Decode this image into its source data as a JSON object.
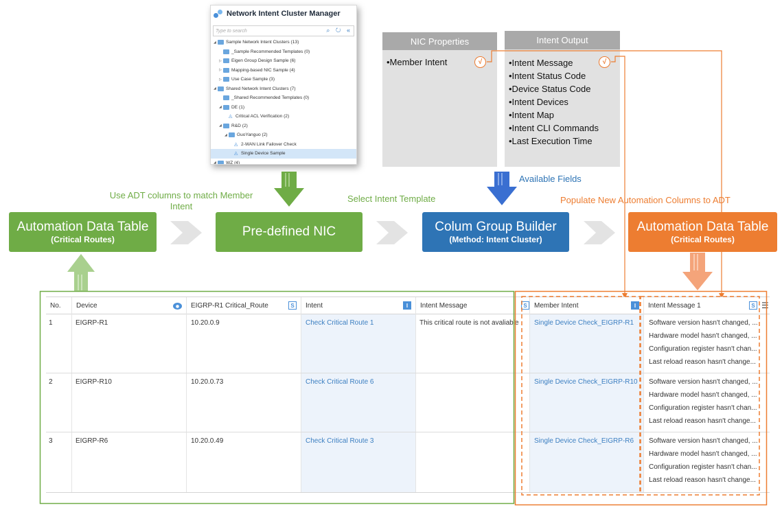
{
  "tree_panel": {
    "title": "Network Intent Cluster Manager",
    "search_placeholder": "Type to search",
    "tools": "⌕ ↻ «",
    "items": [
      {
        "label": "Sample Network Intent Clusters (13)",
        "depth": 0,
        "kind": "folder",
        "toggle": "◢"
      },
      {
        "label": "_Sample Recommended Templates (0)",
        "depth": 1,
        "kind": "folder",
        "toggle": ""
      },
      {
        "label": "Eigen Group Design Sample (6)",
        "depth": 1,
        "kind": "folder",
        "toggle": "▷"
      },
      {
        "label": "Mapping-based NIC Sample (4)",
        "depth": 1,
        "kind": "folder",
        "toggle": "▷"
      },
      {
        "label": "Use Case Sample (3)",
        "depth": 1,
        "kind": "folder",
        "toggle": "▷"
      },
      {
        "label": "Shared Network Intent Clusters (7)",
        "depth": 0,
        "kind": "folder",
        "toggle": "◢"
      },
      {
        "label": "_Shared Recommended Templates (0)",
        "depth": 1,
        "kind": "folder",
        "toggle": ""
      },
      {
        "label": "DE (1)",
        "depth": 1,
        "kind": "folder",
        "toggle": "◢"
      },
      {
        "label": "Critical ACL Verification (2)",
        "depth": 2,
        "kind": "cluster",
        "toggle": ""
      },
      {
        "label": "R&D (2)",
        "depth": 1,
        "kind": "folder",
        "toggle": "◢"
      },
      {
        "label": "GuoYanguo (2)",
        "depth": 2,
        "kind": "folder",
        "toggle": "◢"
      },
      {
        "label": "2-WAN Link Failover Check",
        "depth": 3,
        "kind": "cluster",
        "toggle": ""
      },
      {
        "label": "Single Device Sample",
        "depth": 3,
        "kind": "cluster",
        "toggle": "",
        "selected": true
      },
      {
        "label": "WZ (4)",
        "depth": 0,
        "kind": "folder",
        "toggle": "◢"
      }
    ]
  },
  "nic_properties": {
    "title": "NIC Properties",
    "items": [
      "•Member Intent"
    ]
  },
  "intent_output": {
    "title": "Intent Output",
    "items": [
      "•Intent Message",
      "•Intent Status Code",
      "•Device Status Code",
      "•Intent Devices",
      "•Intent Map",
      "•Intent CLI Commands",
      "•Last Execution Time"
    ]
  },
  "check_icon": "√",
  "flow": {
    "adt_left": {
      "title": "Automation Data Table",
      "subtitle": "(Critical Routes)"
    },
    "nic": {
      "title": "Pre-defined NIC"
    },
    "builder": {
      "title": "Colum Group Builder",
      "subtitle": "(Method: Intent Cluster)"
    },
    "adt_right": {
      "title": "Automation Data Table",
      "subtitle": "(Critical Routes)"
    }
  },
  "labels": {
    "match_member_intent": "Use ADT columns to match Member Intent",
    "select_template": "Select Intent Template",
    "available_fields": "Available Fields",
    "populate_columns": "Populate New Automation Columns to ADT"
  },
  "colors": {
    "green": "#6fac46",
    "blue": "#2e74b5",
    "orange": "#ed7d31",
    "grey_header": "#a9a9a9",
    "grey_body": "#e1e1e1"
  },
  "table": {
    "headers": {
      "no": "No.",
      "device": "Device",
      "route": "EIGRP-R1 Critical_Route",
      "intent": "Intent",
      "intent_message": "Intent Message",
      "member_intent": "Member Intent",
      "intent_message_1": "Intent Message 1"
    },
    "badges": {
      "route": "S",
      "intent": "I",
      "intent_message": "S",
      "member_intent": "I",
      "intent_message_1": "S"
    },
    "menu_icon": "☰",
    "rows": [
      {
        "no": "1",
        "device": "EIGRP-R1",
        "route": "10.20.0.9",
        "intent": "Check Critical Route 1",
        "intent_message": "This critical route is not avaliable.",
        "member_intent": "Single Device Check_EIGRP-R1",
        "messages": [
          "Software version hasn't changed, ...",
          "Hardware model hasn't changed, ...",
          "Configuration register hasn't chan...",
          "Last reload reason hasn't change..."
        ]
      },
      {
        "no": "2",
        "device": "EIGRP-R10",
        "route": "10.20.0.73",
        "intent": "Check Critical Route 6",
        "intent_message": "",
        "member_intent": "Single Device Check_EIGRP-R10",
        "messages": [
          "Software version hasn't changed, ...",
          "Hardware model hasn't changed, ...",
          "Configuration register hasn't chan...",
          "Last reload reason hasn't change..."
        ]
      },
      {
        "no": "3",
        "device": "EIGRP-R6",
        "route": "10.20.0.49",
        "intent": "Check Critical Route 3",
        "intent_message": "",
        "member_intent": "Single Device Check_EIGRP-R6",
        "messages": [
          "Software version hasn't changed, ...",
          "Hardware model hasn't changed, ...",
          "Configuration register hasn't chan...",
          "Last reload reason hasn't change..."
        ]
      }
    ]
  }
}
